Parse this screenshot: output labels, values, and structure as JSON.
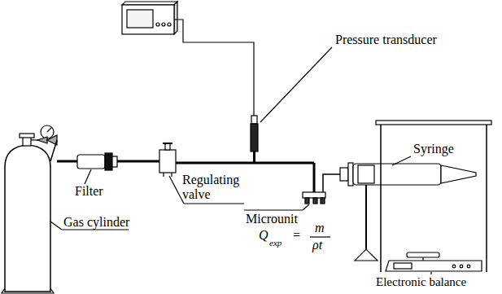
{
  "diagram": {
    "labels": [
      "Pressure transducer",
      "Syringe",
      "Filter",
      "Regulating valve",
      "Microunit",
      "Gas cylinder",
      "Electronic balance",
      "Q",
      "exp",
      "=",
      "m",
      "ρt"
    ]
  }
}
